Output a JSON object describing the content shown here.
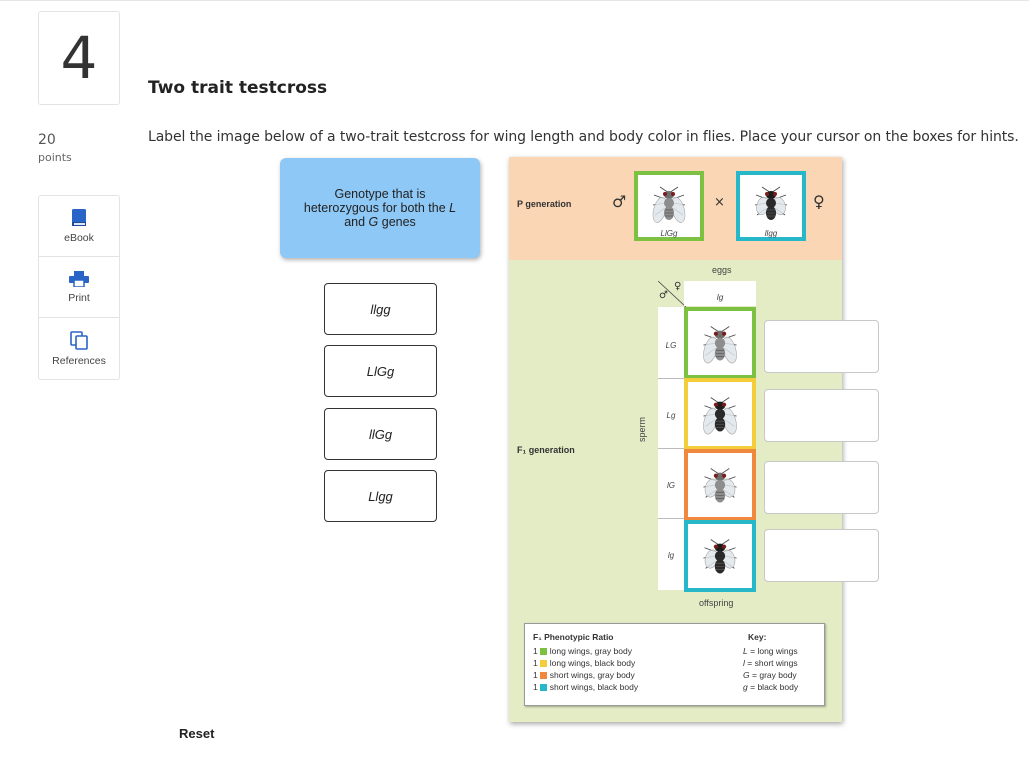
{
  "question": {
    "number": "4",
    "points_value": "20",
    "points_label": "points",
    "title": "Two trait testcross",
    "instructions": "Label the image below of a two-trait testcross for wing length and body color in flies. Place your cursor on the boxes for hints."
  },
  "tools": [
    {
      "label": "eBook",
      "icon": "book-icon"
    },
    {
      "label": "Print",
      "icon": "printer-icon"
    },
    {
      "label": "References",
      "icon": "copy-icon"
    }
  ],
  "hint_card": {
    "line1": "Genotype that is",
    "line2_pre": "heterozygous for both the ",
    "line2_italic": "L",
    "line3_pre": "and ",
    "line3_italic": "G",
    "line3_post": " genes"
  },
  "drag_labels": [
    "llgg",
    "LlGg",
    "llGg",
    "Llgg"
  ],
  "reset_label": "Reset",
  "figure": {
    "p_generation_label": "P generation",
    "male_symbol": "♂",
    "female_symbol": "♀",
    "cross_symbol": "×",
    "parent_male_genotype": "LlGg",
    "parent_female_genotype": "llgg",
    "eggs_label": "eggs",
    "egg_gamete": "lg",
    "sperm_label": "sperm",
    "f1_label": "F₁ generation",
    "offspring_label": "offspring",
    "sperm_gametes": [
      "LG",
      "Lg",
      "lG",
      "lg"
    ],
    "offspring_border_colors": [
      "#7cc142",
      "#f4cd3a",
      "#f0883e",
      "#26b7c9"
    ],
    "parent_male_border": "#7cc142",
    "parent_female_border": "#26b7c9"
  },
  "phenotypic_ratio": {
    "title": "F₁ Phenotypic Ratio",
    "rows": [
      {
        "count": "1",
        "text": "long wings, gray body",
        "color": "#7cc142"
      },
      {
        "count": "1",
        "text": "long wings, black body",
        "color": "#f4cd3a"
      },
      {
        "count": "1",
        "text": "short wings, gray body",
        "color": "#f0883e"
      },
      {
        "count": "1",
        "text": "short wings, black body",
        "color": "#26b7c9"
      }
    ]
  },
  "key": {
    "title": "Key:",
    "rows": [
      {
        "symbol": "L",
        "eq": "=",
        "text": "long wings"
      },
      {
        "symbol": "l",
        "eq": "=",
        "text": "short wings"
      },
      {
        "symbol": "G",
        "eq": "=",
        "text": "gray body"
      },
      {
        "symbol": "g",
        "eq": "=",
        "text": "black body"
      }
    ]
  }
}
